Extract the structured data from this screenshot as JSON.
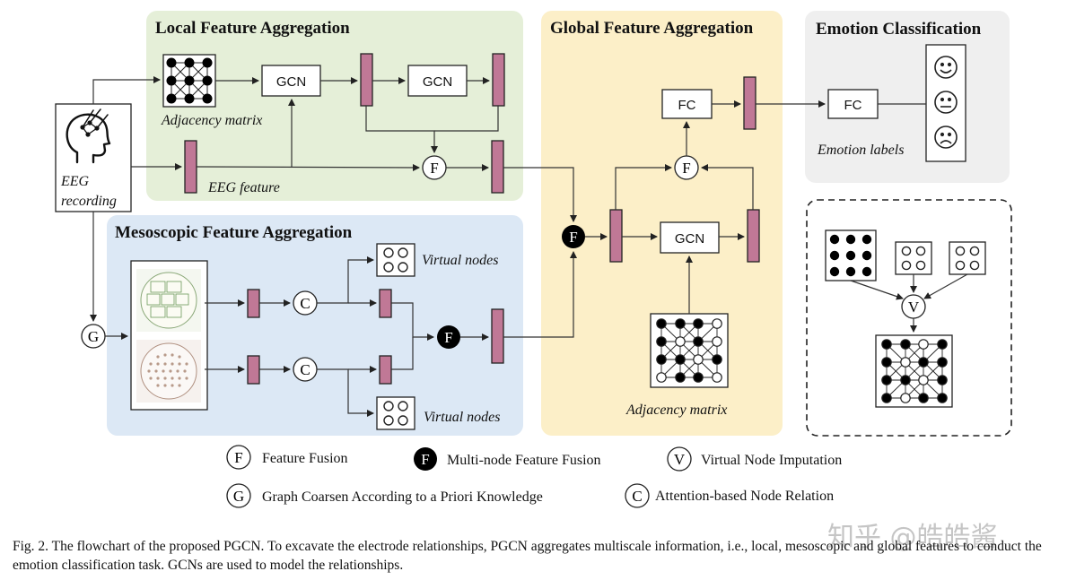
{
  "panels": {
    "local": {
      "title": "Local Feature Aggregation",
      "color": "#e5efd8"
    },
    "meso": {
      "title": "Mesoscopic Feature Aggregation",
      "color": "#dce8f5"
    },
    "global": {
      "title": "Global Feature Aggregation",
      "color": "#fcefc8"
    },
    "emotion": {
      "title": "Emotion Classification",
      "color": "#efefef"
    }
  },
  "labels": {
    "eeg_recording": [
      "EEG",
      "recording"
    ],
    "adjacency_matrix_local": "Adjacency matrix",
    "eeg_feature": "EEG feature",
    "virtual_nodes_top": "Virtual nodes",
    "virtual_nodes_bottom": "Virtual nodes",
    "adjacency_matrix_global": "Adjacency matrix",
    "emotion_labels": "Emotion labels"
  },
  "boxes": {
    "gcn_local_1": "GCN",
    "gcn_local_2": "GCN",
    "gcn_global": "GCN",
    "fc_global": "FC",
    "fc_emotion": "FC"
  },
  "operators": {
    "fusion": "F",
    "multinode_fusion": "F",
    "coarsen": "G",
    "attention": "C",
    "virtual_imputation": "V"
  },
  "legend": [
    {
      "symbol": "F",
      "filled": false,
      "text": "Feature Fusion"
    },
    {
      "symbol": "F",
      "filled": true,
      "text": "Multi-node Feature Fusion"
    },
    {
      "symbol": "V",
      "filled": false,
      "text": "Virtual Node Imputation"
    },
    {
      "symbol": "G",
      "filled": false,
      "text": "Graph Coarsen According to a Priori Knowledge"
    },
    {
      "symbol": "C",
      "filled": false,
      "text": "Attention-based Node Relation"
    }
  ],
  "caption": "Fig. 2.  The flowchart of the proposed PGCN. To excavate the electrode relationships, PGCN aggregates multiscale information, i.e., local, mesoscopic and global features to conduct the emotion classification task. GCNs are used to model the relationships.",
  "watermark": "知乎 @皓皓酱",
  "colors": {
    "feature_bar": "#c07896",
    "filled_operator": "#000000"
  }
}
